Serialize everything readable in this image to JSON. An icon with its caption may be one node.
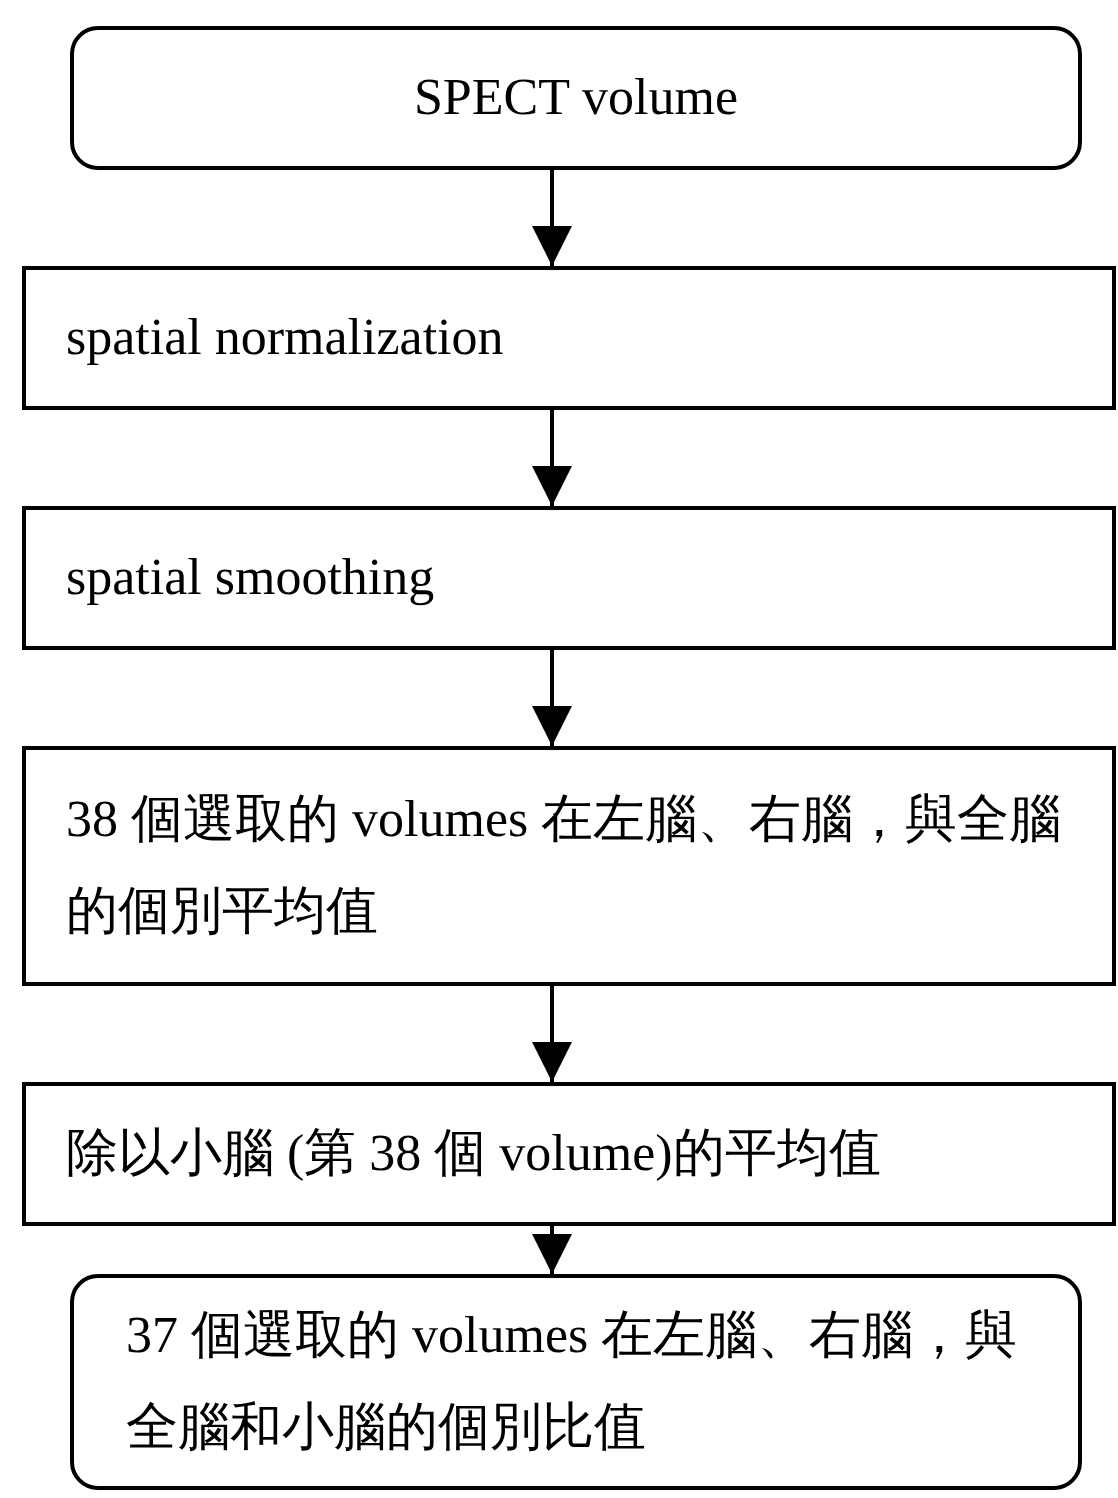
{
  "diagram": {
    "nodes": [
      {
        "text": [
          "SPECT volume"
        ]
      },
      {
        "text": [
          "spatial normalization"
        ]
      },
      {
        "text": [
          "spatial smoothing"
        ]
      },
      {
        "text": [
          "38 個選取的 volumes 在左腦、右腦，與全腦的個別平均值"
        ]
      },
      {
        "text": [
          "除以小腦 (第 38 個 volume)的平均值"
        ]
      },
      {
        "text": [
          "37 個選取的 volumes 在左腦、右腦，與全腦和小腦的個別比值"
        ]
      }
    ],
    "edges": [
      {
        "from": 0,
        "to": 1,
        "arrow": "to"
      },
      {
        "from": 1,
        "to": 2,
        "arrow": "to"
      },
      {
        "from": 2,
        "to": 3,
        "arrow": "to"
      },
      {
        "from": 3,
        "to": 4,
        "arrow": "to"
      },
      {
        "from": 4,
        "to": 5,
        "arrow": "to"
      }
    ]
  }
}
